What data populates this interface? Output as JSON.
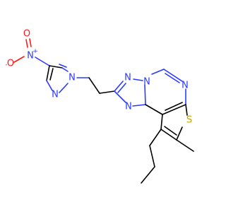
{
  "molecule": {
    "atoms": {
      "o_nitro_minus": {
        "symbol": "O",
        "charge": "-",
        "color": "#ff1a1a"
      },
      "n_nitro": {
        "symbol": "N",
        "charge": "+",
        "color": "#2a3bff"
      },
      "o_nitro_double": {
        "symbol": "O",
        "color": "#ff1a1a"
      },
      "n_pyrazole_1": {
        "symbol": "N",
        "color": "#2a3bff"
      },
      "n_pyrazole_2": {
        "symbol": "N",
        "color": "#2a3bff"
      },
      "n_triazole_top": {
        "symbol": "N",
        "color": "#2a3bff"
      },
      "n_bridge": {
        "symbol": "N",
        "color": "#2a3bff"
      },
      "n_triazole_bottom": {
        "symbol": "N",
        "color": "#2a3bff"
      },
      "n_pyrimidine": {
        "symbol": "N",
        "color": "#2a3bff"
      },
      "s_thiophene": {
        "symbol": "S",
        "color": "#c9a400"
      }
    }
  }
}
